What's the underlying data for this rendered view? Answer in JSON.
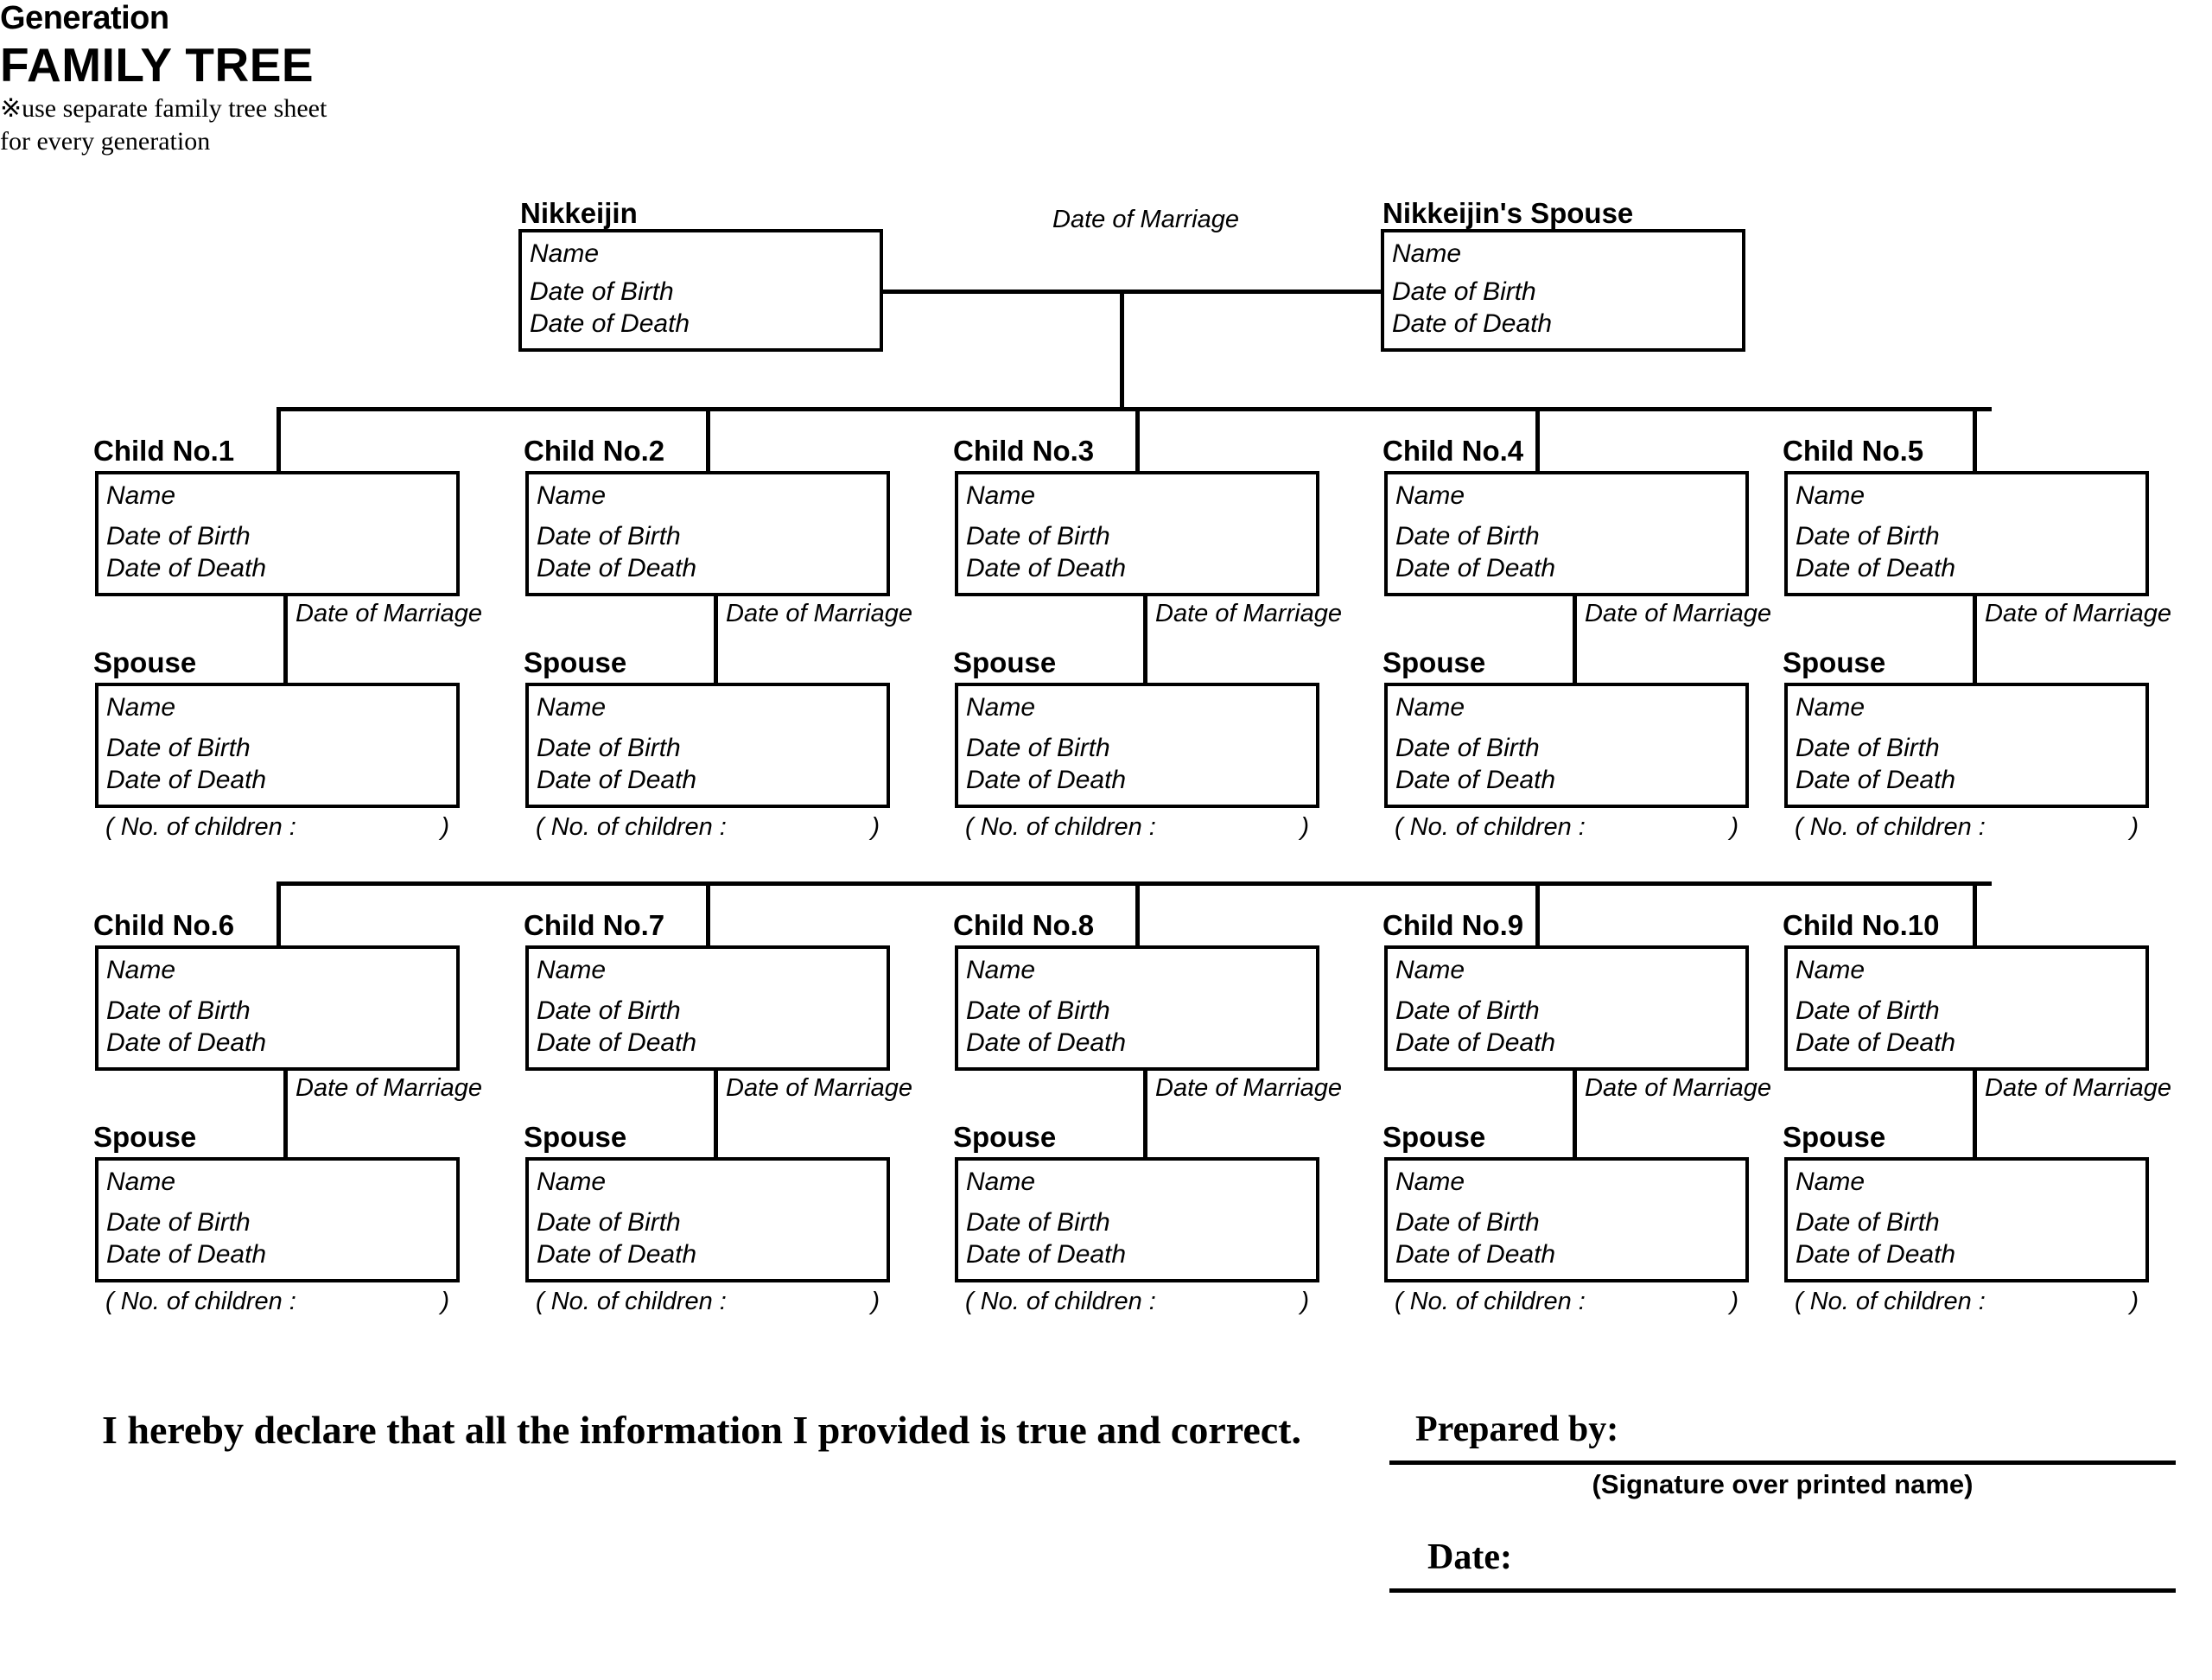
{
  "header": {
    "generation_title": "Generation",
    "page_title": "FAMILY TREE",
    "note": "※use separate family tree sheet for every generation"
  },
  "fields": {
    "name": "Name",
    "date_of_birth": "Date of Birth",
    "date_of_death": "Date of Death",
    "date_of_marriage": "Date of Marriage",
    "no_of_children_open": "( No. of children :",
    "no_of_children_close": ")"
  },
  "parents": {
    "nikkeijin_label": "Nikkeijin",
    "spouse_label": "Nikkeijin's Spouse",
    "marriage_label": "Date of Marriage"
  },
  "spouse_label": "Spouse",
  "children": [
    {
      "label": "Child No.1"
    },
    {
      "label": "Child No.2"
    },
    {
      "label": "Child No.3"
    },
    {
      "label": "Child No.4"
    },
    {
      "label": "Child No.5"
    },
    {
      "label": "Child No.6"
    },
    {
      "label": "Child No.7"
    },
    {
      "label": "Child No.8"
    },
    {
      "label": "Child No.9"
    },
    {
      "label": "Child No.10"
    }
  ],
  "footer": {
    "declaration": "I hereby declare that all the information I provided is true and correct.",
    "prepared_by": "Prepared by:",
    "signature_caption": "(Signature over printed name)",
    "date": "Date:"
  },
  "colors": {
    "ink": "#000000",
    "page": "#ffffff"
  }
}
